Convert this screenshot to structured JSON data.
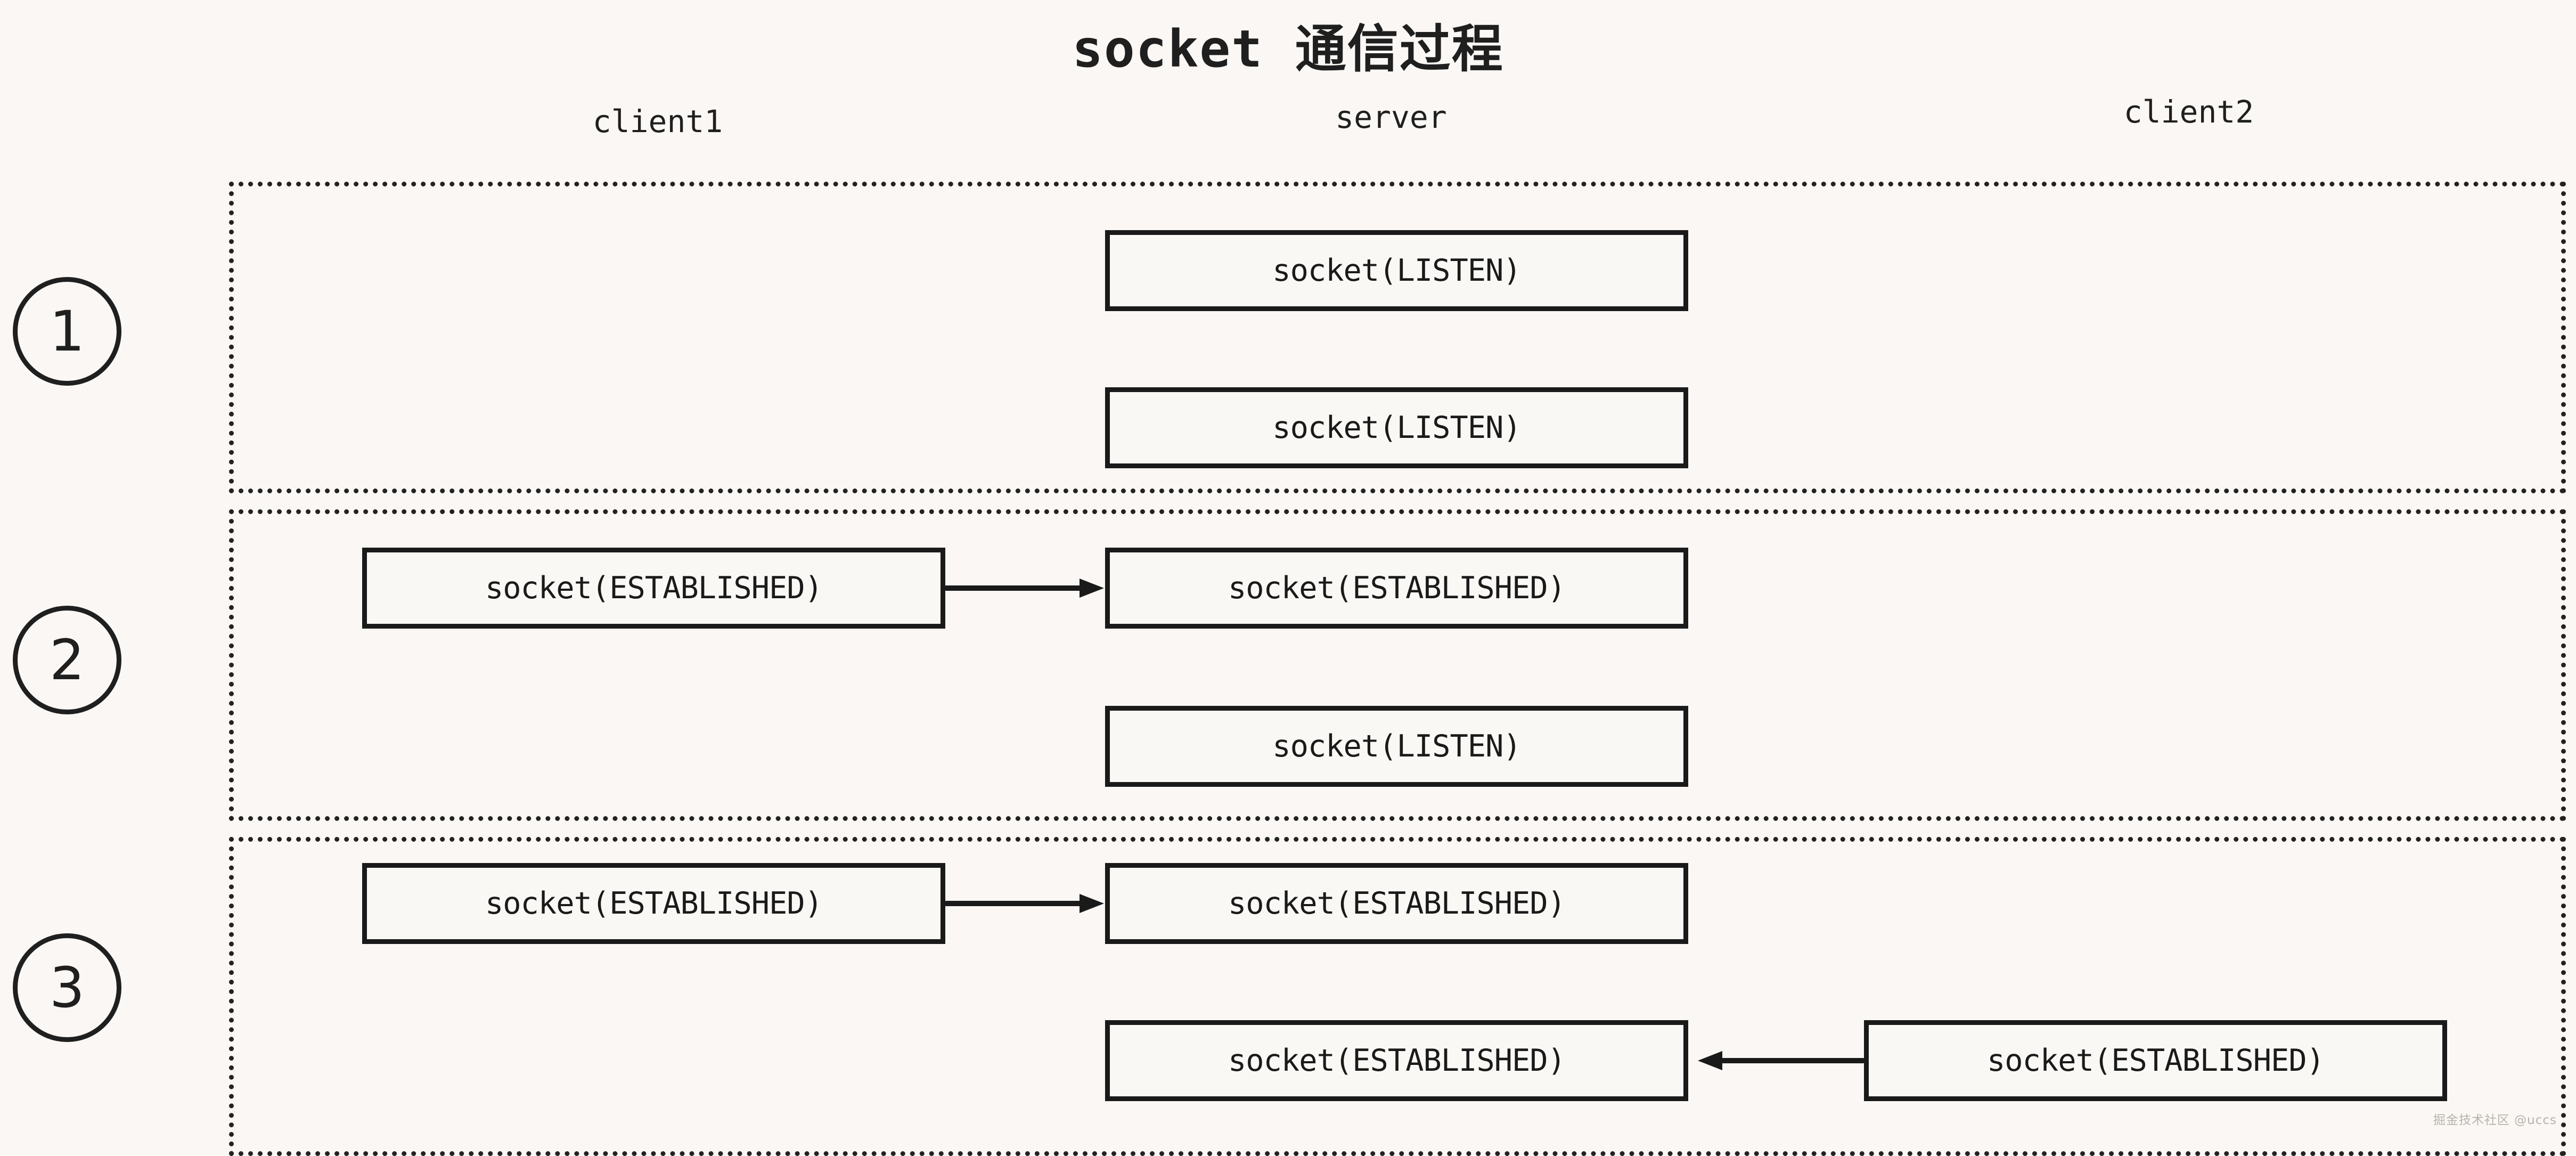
{
  "diagram": {
    "title": "socket 通信过程",
    "background_color": "#faf7f4",
    "line_color": "#1a1a1a",
    "columns": [
      {
        "key": "client1",
        "label": "client1"
      },
      {
        "key": "server",
        "label": "server"
      },
      {
        "key": "client2",
        "label": "client2"
      }
    ],
    "steps": [
      {
        "number": "1",
        "nodes": [
          {
            "column": "server",
            "label": "socket(LISTEN)",
            "row": 1
          },
          {
            "column": "server",
            "label": "socket(LISTEN)",
            "row": 2
          }
        ],
        "arrows": []
      },
      {
        "number": "2",
        "nodes": [
          {
            "column": "client1",
            "label": "socket(ESTABLISHED)",
            "row": 1
          },
          {
            "column": "server",
            "label": "socket(ESTABLISHED)",
            "row": 1
          },
          {
            "column": "server",
            "label": "socket(LISTEN)",
            "row": 2
          }
        ],
        "arrows": [
          {
            "from": "client1",
            "to": "server",
            "direction": "right",
            "row": 1
          }
        ]
      },
      {
        "number": "3",
        "nodes": [
          {
            "column": "client1",
            "label": "socket(ESTABLISHED)",
            "row": 1
          },
          {
            "column": "server",
            "label": "socket(ESTABLISHED)",
            "row": 1
          },
          {
            "column": "server",
            "label": "socket(ESTABLISHED)",
            "row": 2
          },
          {
            "column": "client2",
            "label": "socket(ESTABLISHED)",
            "row": 2
          }
        ],
        "arrows": [
          {
            "from": "client1",
            "to": "server",
            "direction": "right",
            "row": 1
          },
          {
            "from": "client2",
            "to": "server",
            "direction": "left",
            "row": 2
          }
        ]
      }
    ],
    "watermark": "掘金技术社区 @uccs"
  }
}
